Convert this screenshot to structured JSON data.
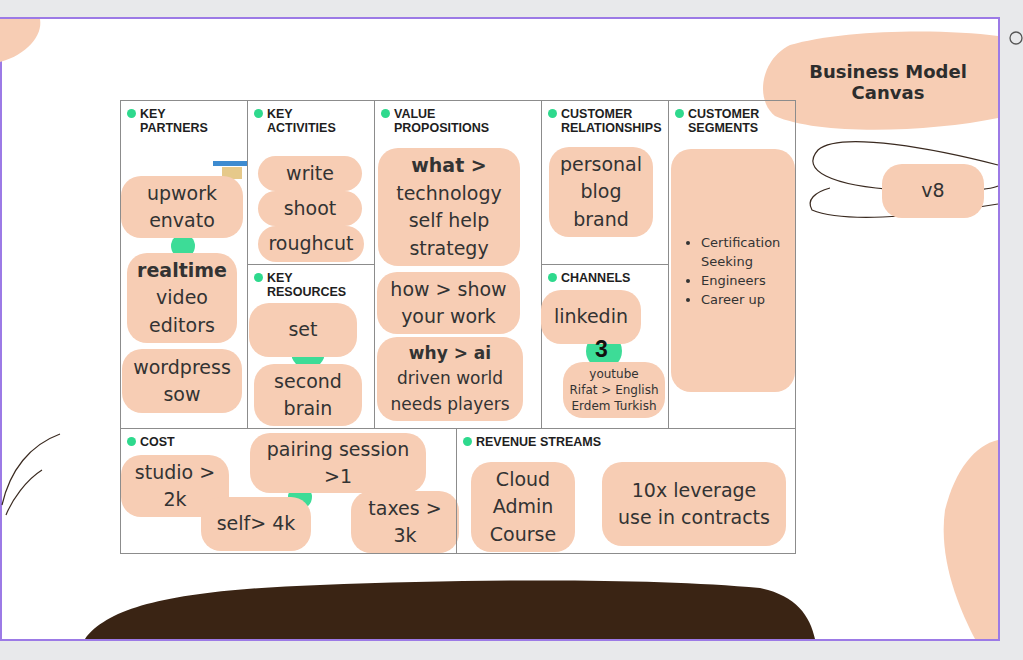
{
  "diagram": {
    "title": "Business Model Canvas",
    "nodes": [
      {
        "text": [
          "KEY PARTNERS"
        ]
      },
      {
        "text": [
          "upwork envato"
        ],
        "in": 0
      },
      {
        "text": [
          "realtime video editors"
        ],
        "in": 0
      },
      {
        "text": [
          "wordpress sow"
        ],
        "in": 0
      },
      {
        "text": [
          "KEY ACTIVITIES"
        ]
      },
      {
        "text": [
          "write"
        ],
        "in": 4
      },
      {
        "text": [
          "shoot"
        ],
        "in": 4
      },
      {
        "text": [
          "roughcut"
        ],
        "in": 4
      },
      {
        "text": [
          "KEY RESOURCES"
        ]
      },
      {
        "text": [
          "set"
        ],
        "in": 8
      },
      {
        "text": [
          "second brain"
        ],
        "in": 8
      },
      {
        "text": [
          "VALUE PROPOSITIONS"
        ]
      },
      {
        "text": [
          "what > technology self help strategy"
        ],
        "in": 11
      },
      {
        "text": [
          "how > show your work"
        ],
        "in": 11
      },
      {
        "text": [
          "why > ai driven world needs players"
        ],
        "in": 11
      },
      {
        "text": [
          "CUSTOMER RELATIONSHIPS"
        ]
      },
      {
        "text": [
          "personal blog brand"
        ],
        "in": 15
      },
      {
        "text": [
          "CHANNELS"
        ]
      },
      {
        "text": [
          "linkedin"
        ],
        "in": 17
      },
      {
        "text": [
          "youtube",
          "Rifat > English",
          "Erdem Turkish"
        ],
        "in": 17
      },
      {
        "text": [
          "CUSTOMER SEGMENTS"
        ]
      },
      {
        "text": [
          "Certification Seeking",
          "Engineers",
          "Career up"
        ],
        "in": 20
      },
      {
        "text": [
          "COST"
        ]
      },
      {
        "text": [
          "studio > 2k"
        ],
        "in": 22
      },
      {
        "text": [
          "pairing session >1"
        ],
        "in": 22
      },
      {
        "text": [
          "self> 4k"
        ],
        "in": 22
      },
      {
        "text": [
          "taxes > 3k"
        ],
        "in": 22
      },
      {
        "text": [
          "REVENUE STREAMS"
        ]
      },
      {
        "text": [
          "Cloud Admin Course"
        ],
        "in": 27
      },
      {
        "text": [
          "10x leverage use in contracts"
        ],
        "in": 27
      },
      {
        "text": [
          "v8"
        ]
      }
    ],
    "labels": [
      "3"
    ]
  }
}
